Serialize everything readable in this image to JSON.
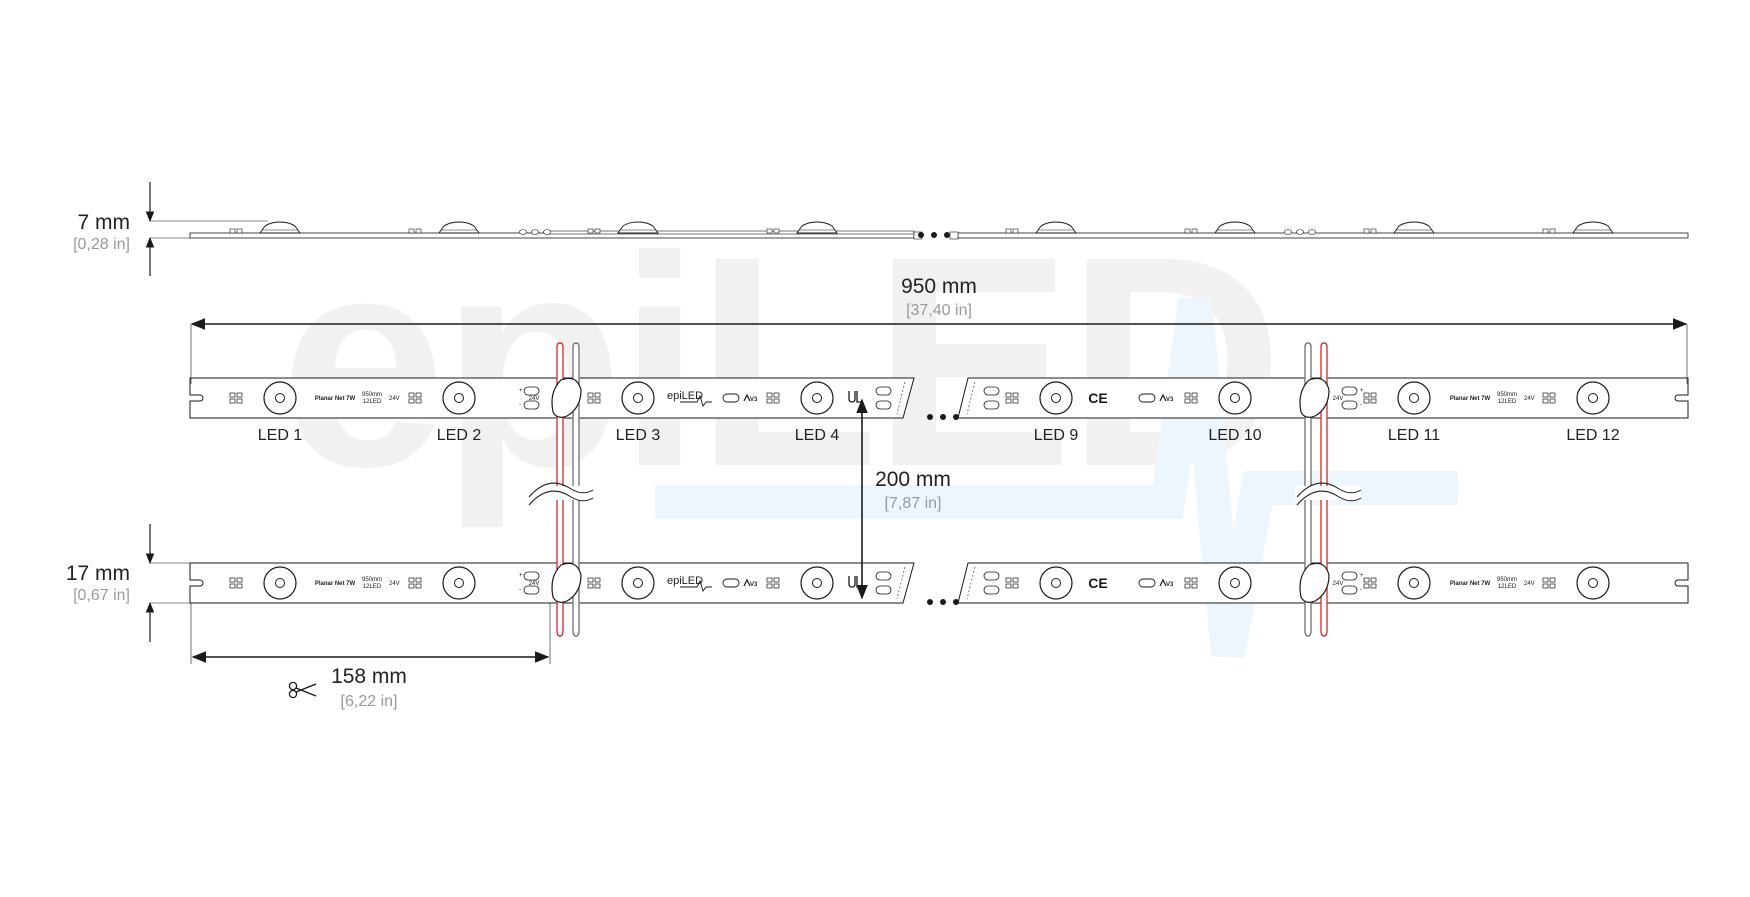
{
  "watermark": {
    "text": "epiLED"
  },
  "dimensions": {
    "side_height": {
      "mm": "7 mm",
      "in": "[0,28 in]"
    },
    "length": {
      "mm": "950 mm",
      "in": "[37,40 in]"
    },
    "spacing": {
      "mm": "200 mm",
      "in": "[7,87 in]"
    },
    "module_width": {
      "mm": "17 mm",
      "in": "[0,67 in]"
    },
    "cut_length": {
      "mm": "158 mm",
      "in": "[6,22 in]"
    }
  },
  "led_labels": [
    "LED 1",
    "LED 2",
    "LED 3",
    "LED 4",
    "LED 9",
    "LED 10",
    "LED 11",
    "LED 12"
  ],
  "strip_markings": {
    "product": "Planar Net 7W",
    "spec_top": "950mm",
    "spec_bottom": "12LED",
    "voltage": "24V",
    "brand": "epiLED",
    "ce": "CE",
    "v3": "V3",
    "plus": "+",
    "minus": "-"
  },
  "icons": {
    "scissors": "scissors-icon",
    "ellipsis": "ellipsis-icon",
    "ul": "ul-mark-icon",
    "ce": "ce-mark-icon"
  },
  "colors": {
    "red_wire": "#d23a3a",
    "grey_wire": "#7a7a7a",
    "line": "#1a1a1a",
    "watermark_grey": "#f1f1f1",
    "watermark_blue": "#eef6fd"
  }
}
